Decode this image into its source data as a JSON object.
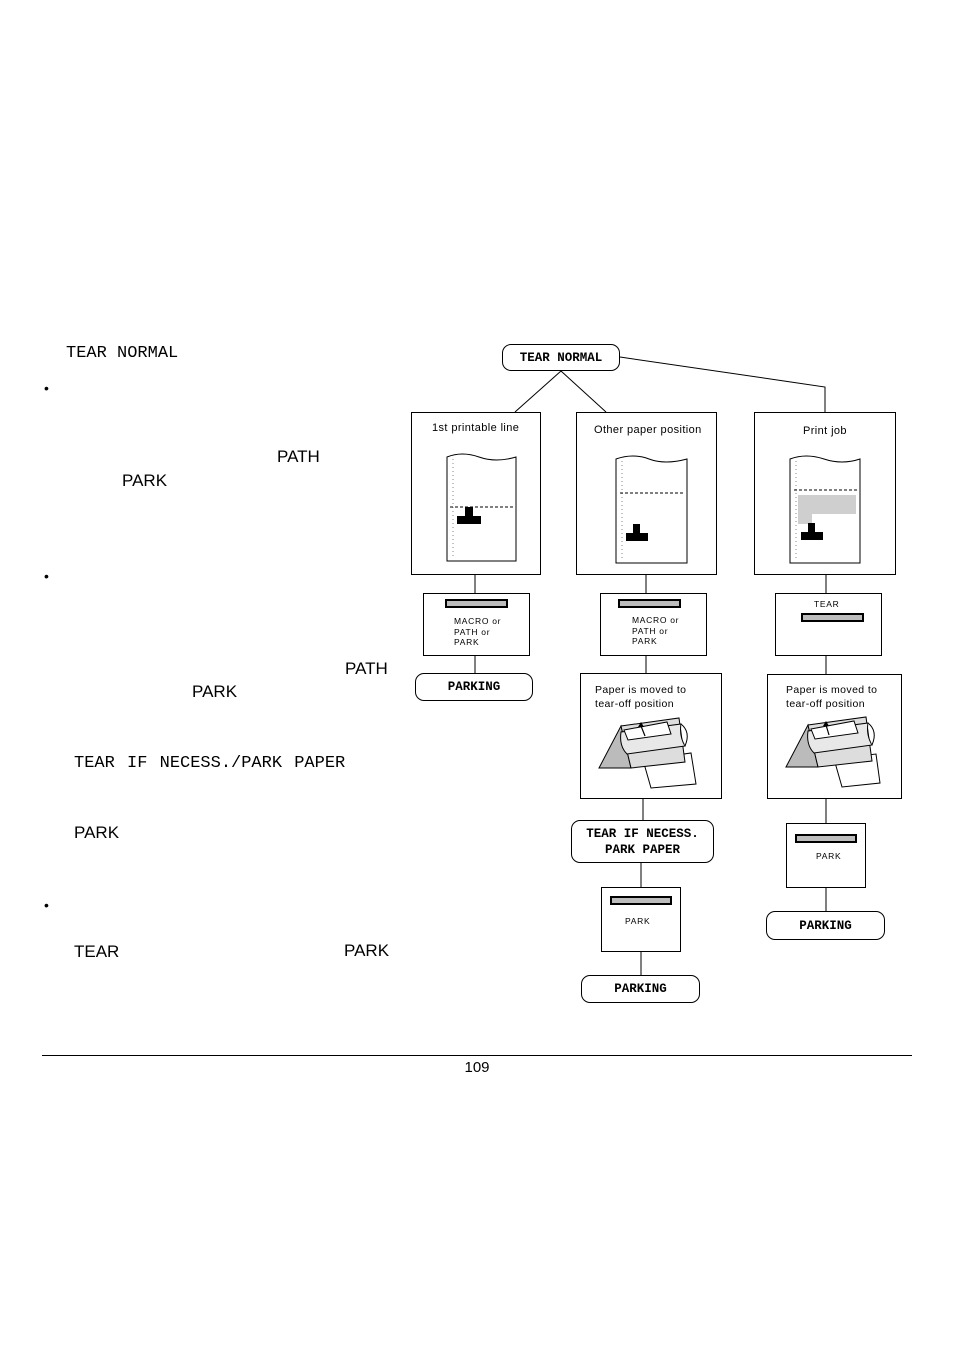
{
  "left": {
    "mode_title": "TEAR NORMAL",
    "path_1": "PATH",
    "park_1": "PARK",
    "path_2": "PATH",
    "park_2": "PARK",
    "mode_tear_if_necess": "TEAR IF NECESS./PARK PAPER",
    "park_3": "PARK",
    "tear_key": "TEAR",
    "park_4": "PARK",
    "bullet": "•"
  },
  "diagram": {
    "root": "TEAR NORMAL",
    "col1": {
      "caption": "1st printable line",
      "keys": "MACRO or\nPATH or\nPARK",
      "result": "PARKING"
    },
    "col2": {
      "caption": "Other paper position",
      "keys": "MACRO or\nPATH or\nPARK",
      "moved": "Paper is moved to\ntear-off position",
      "mode": "TEAR IF NECESS.\nPARK PAPER",
      "key2": "PARK",
      "result": "PARKING"
    },
    "col3": {
      "caption": "Print job",
      "key1": "TEAR",
      "moved": "Paper is moved to\ntear-off position",
      "key2": "PARK",
      "result": "PARKING"
    }
  },
  "footer": {
    "page_number": "109"
  }
}
